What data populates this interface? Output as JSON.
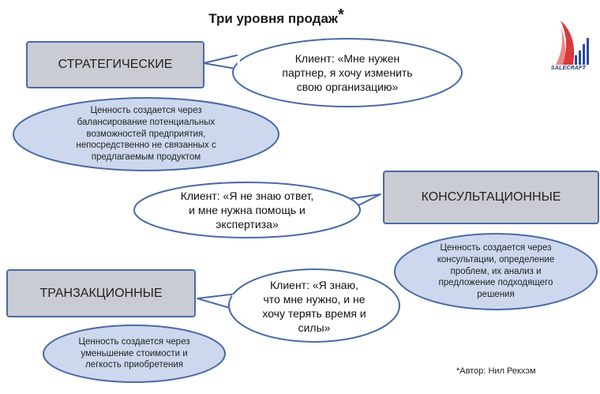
{
  "title": "Три уровня продаж",
  "title_mark": "*",
  "logo": {
    "icon": "salecraft-sail-bars-icon",
    "text": "SALECRAFT",
    "colors": [
      "#d93a3a",
      "#2b4a9a"
    ]
  },
  "levels": [
    {
      "name": "СТРАТЕГИЧЕСКИЕ",
      "client_quote": "Клиент: «Мне нужен\nпартнер, я хочу изменить\nсвою организацию»",
      "value": "Ценность создается через\nбалансирование потенциальных\nвозможностей предприятия,\nнепосредственно не связанных с\nпредлагаемым продуктом"
    },
    {
      "name": "КОНСУЛЬТАЦИОННЫЕ",
      "client_quote": "Клиент: «Я не знаю ответ,\nи мне нужна помощь и\nэкспертиза»",
      "value": "Ценность создается через\nконсультации, определение\nпроблем, их анализ и\nпредложение подходящего\nрешения"
    },
    {
      "name": "ТРАНЗАКЦИОННЫЕ",
      "client_quote": "Клиент: «Я знаю,\nчто мне нужно, и не\nхочу терять время и\nсилы»",
      "value": "Ценность создается через\nуменьшение стоимости и\nлегкость приобретения"
    }
  ],
  "footnote": "*Автор: Нил Рекхэм",
  "colors": {
    "box_fill": "#c9ccd2",
    "box_border": "#4a6aa6",
    "value_fill": "#cdd8ee",
    "quote_fill": "#ffffff",
    "outline": "#4a6aa6"
  }
}
